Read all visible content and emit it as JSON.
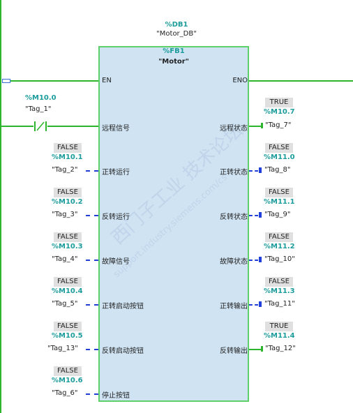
{
  "instance": {
    "db_number": "%DB1",
    "db_name": "\"Motor_DB\""
  },
  "block": {
    "fb_number": "%FB1",
    "fb_name": "\"Motor\"",
    "en_label": "EN",
    "eno_label": "ENO"
  },
  "watermark": {
    "line1": "西门子工业 技术论坛",
    "line2": "support.industry.siemens.com/cs"
  },
  "inputs": [
    {
      "pin": "远程信号",
      "state": "",
      "address": "%M10.0",
      "tag": "\"Tag_1\""
    },
    {
      "pin": "正转运行",
      "state": "FALSE",
      "address": "%M10.1",
      "tag": "\"Tag_2\""
    },
    {
      "pin": "反转运行",
      "state": "FALSE",
      "address": "%M10.2",
      "tag": "\"Tag_3\""
    },
    {
      "pin": "故障信号",
      "state": "FALSE",
      "address": "%M10.3",
      "tag": "\"Tag_4\""
    },
    {
      "pin": "正转启动按钮",
      "state": "FALSE",
      "address": "%M10.4",
      "tag": "\"Tag_5\""
    },
    {
      "pin": "反转启动按钮",
      "state": "FALSE",
      "address": "%M10.5",
      "tag": "\"Tag_13\""
    },
    {
      "pin": "停止按钮",
      "state": "FALSE",
      "address": "%M10.6",
      "tag": "\"Tag_6\""
    }
  ],
  "outputs": [
    {
      "pin": "远程状态",
      "state": "TRUE",
      "address": "%M10.7",
      "tag": "\"Tag_7\""
    },
    {
      "pin": "正转状态",
      "state": "FALSE",
      "address": "%M11.0",
      "tag": "\"Tag_8\""
    },
    {
      "pin": "反转状态",
      "state": "FALSE",
      "address": "%M11.1",
      "tag": "\"Tag_9\""
    },
    {
      "pin": "故障状态",
      "state": "FALSE",
      "address": "%M11.2",
      "tag": "\"Tag_10\""
    },
    {
      "pin": "正转输出",
      "state": "FALSE",
      "address": "%M11.3",
      "tag": "\"Tag_11\""
    },
    {
      "pin": "反转输出",
      "state": "TRUE",
      "address": "%M11.4",
      "tag": "\"Tag_12\""
    }
  ]
}
